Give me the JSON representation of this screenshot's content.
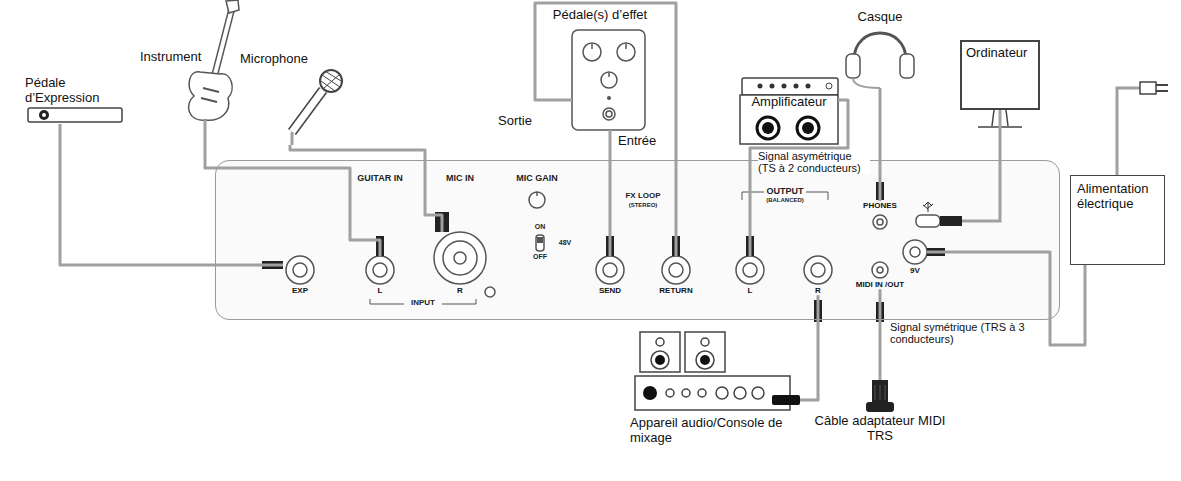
{
  "diagram": {
    "nodes": [
      {
        "text": [
          "Pédale d’Expression"
        ]
      },
      {
        "text": [
          "Instrument"
        ]
      },
      {
        "text": [
          "Microphone"
        ]
      },
      {
        "text": [
          "Pédale(s) d’effet"
        ]
      },
      {
        "text": [
          "Amplificateur"
        ]
      },
      {
        "text": [
          "Casque"
        ]
      },
      {
        "text": [
          "Ordinateur"
        ]
      },
      {
        "text": [
          "Alimentation électrique"
        ]
      },
      {
        "text": [
          "GUITAR IN",
          "MIC IN",
          "MIC GAIN",
          "ON",
          "48V",
          "OFF",
          "INPUT",
          "FX LOOP",
          "(STEREO)",
          "OUTPUT",
          "(BALANCED)"
        ]
      },
      {
        "text": [
          "EXP"
        ],
        "in": 8
      },
      {
        "text": [
          "L"
        ],
        "in": 8
      },
      {
        "text": [
          "R"
        ],
        "in": 8
      },
      {
        "text": [
          "SEND"
        ],
        "in": 8
      },
      {
        "text": [
          "RETURN"
        ],
        "in": 8
      },
      {
        "text": [
          "L"
        ],
        "in": 8
      },
      {
        "text": [
          "R"
        ],
        "in": 8
      },
      {
        "text": [
          "PHONES"
        ],
        "in": 8
      },
      {
        "text": [
          "MIDI IN /OUT"
        ],
        "in": 8
      },
      {
        "text": [
          "9V"
        ],
        "in": 8
      },
      {
        "text": [
          "Appareil audio/Console de mixage"
        ]
      },
      {
        "text": [
          "Câble adaptateur MIDI TRS"
        ]
      }
    ],
    "edges": [
      {
        "from": 0,
        "to": 9,
        "arrow": "none"
      },
      {
        "from": 1,
        "to": 10,
        "arrow": "none"
      },
      {
        "from": 2,
        "to": 11,
        "arrow": "none"
      },
      {
        "from": 12,
        "to": 3,
        "arrow": "none"
      },
      {
        "from": 3,
        "to": 13,
        "arrow": "none"
      },
      {
        "from": 14,
        "to": 4,
        "arrow": "none"
      },
      {
        "from": 15,
        "to": 19,
        "arrow": "none"
      },
      {
        "from": 16,
        "to": 5,
        "arrow": "none"
      },
      {
        "from": 6,
        "to": 8,
        "arrow": "none"
      },
      {
        "from": 7,
        "to": 18,
        "arrow": "none"
      },
      {
        "from": 17,
        "to": 20,
        "arrow": "none"
      }
    ],
    "labels": [
      "Entrée",
      "Sortie",
      "Signal asymétrique (TS à 2 conducteurs)",
      "Signal symétrique (TRS à 3 conducteurs)"
    ]
  }
}
